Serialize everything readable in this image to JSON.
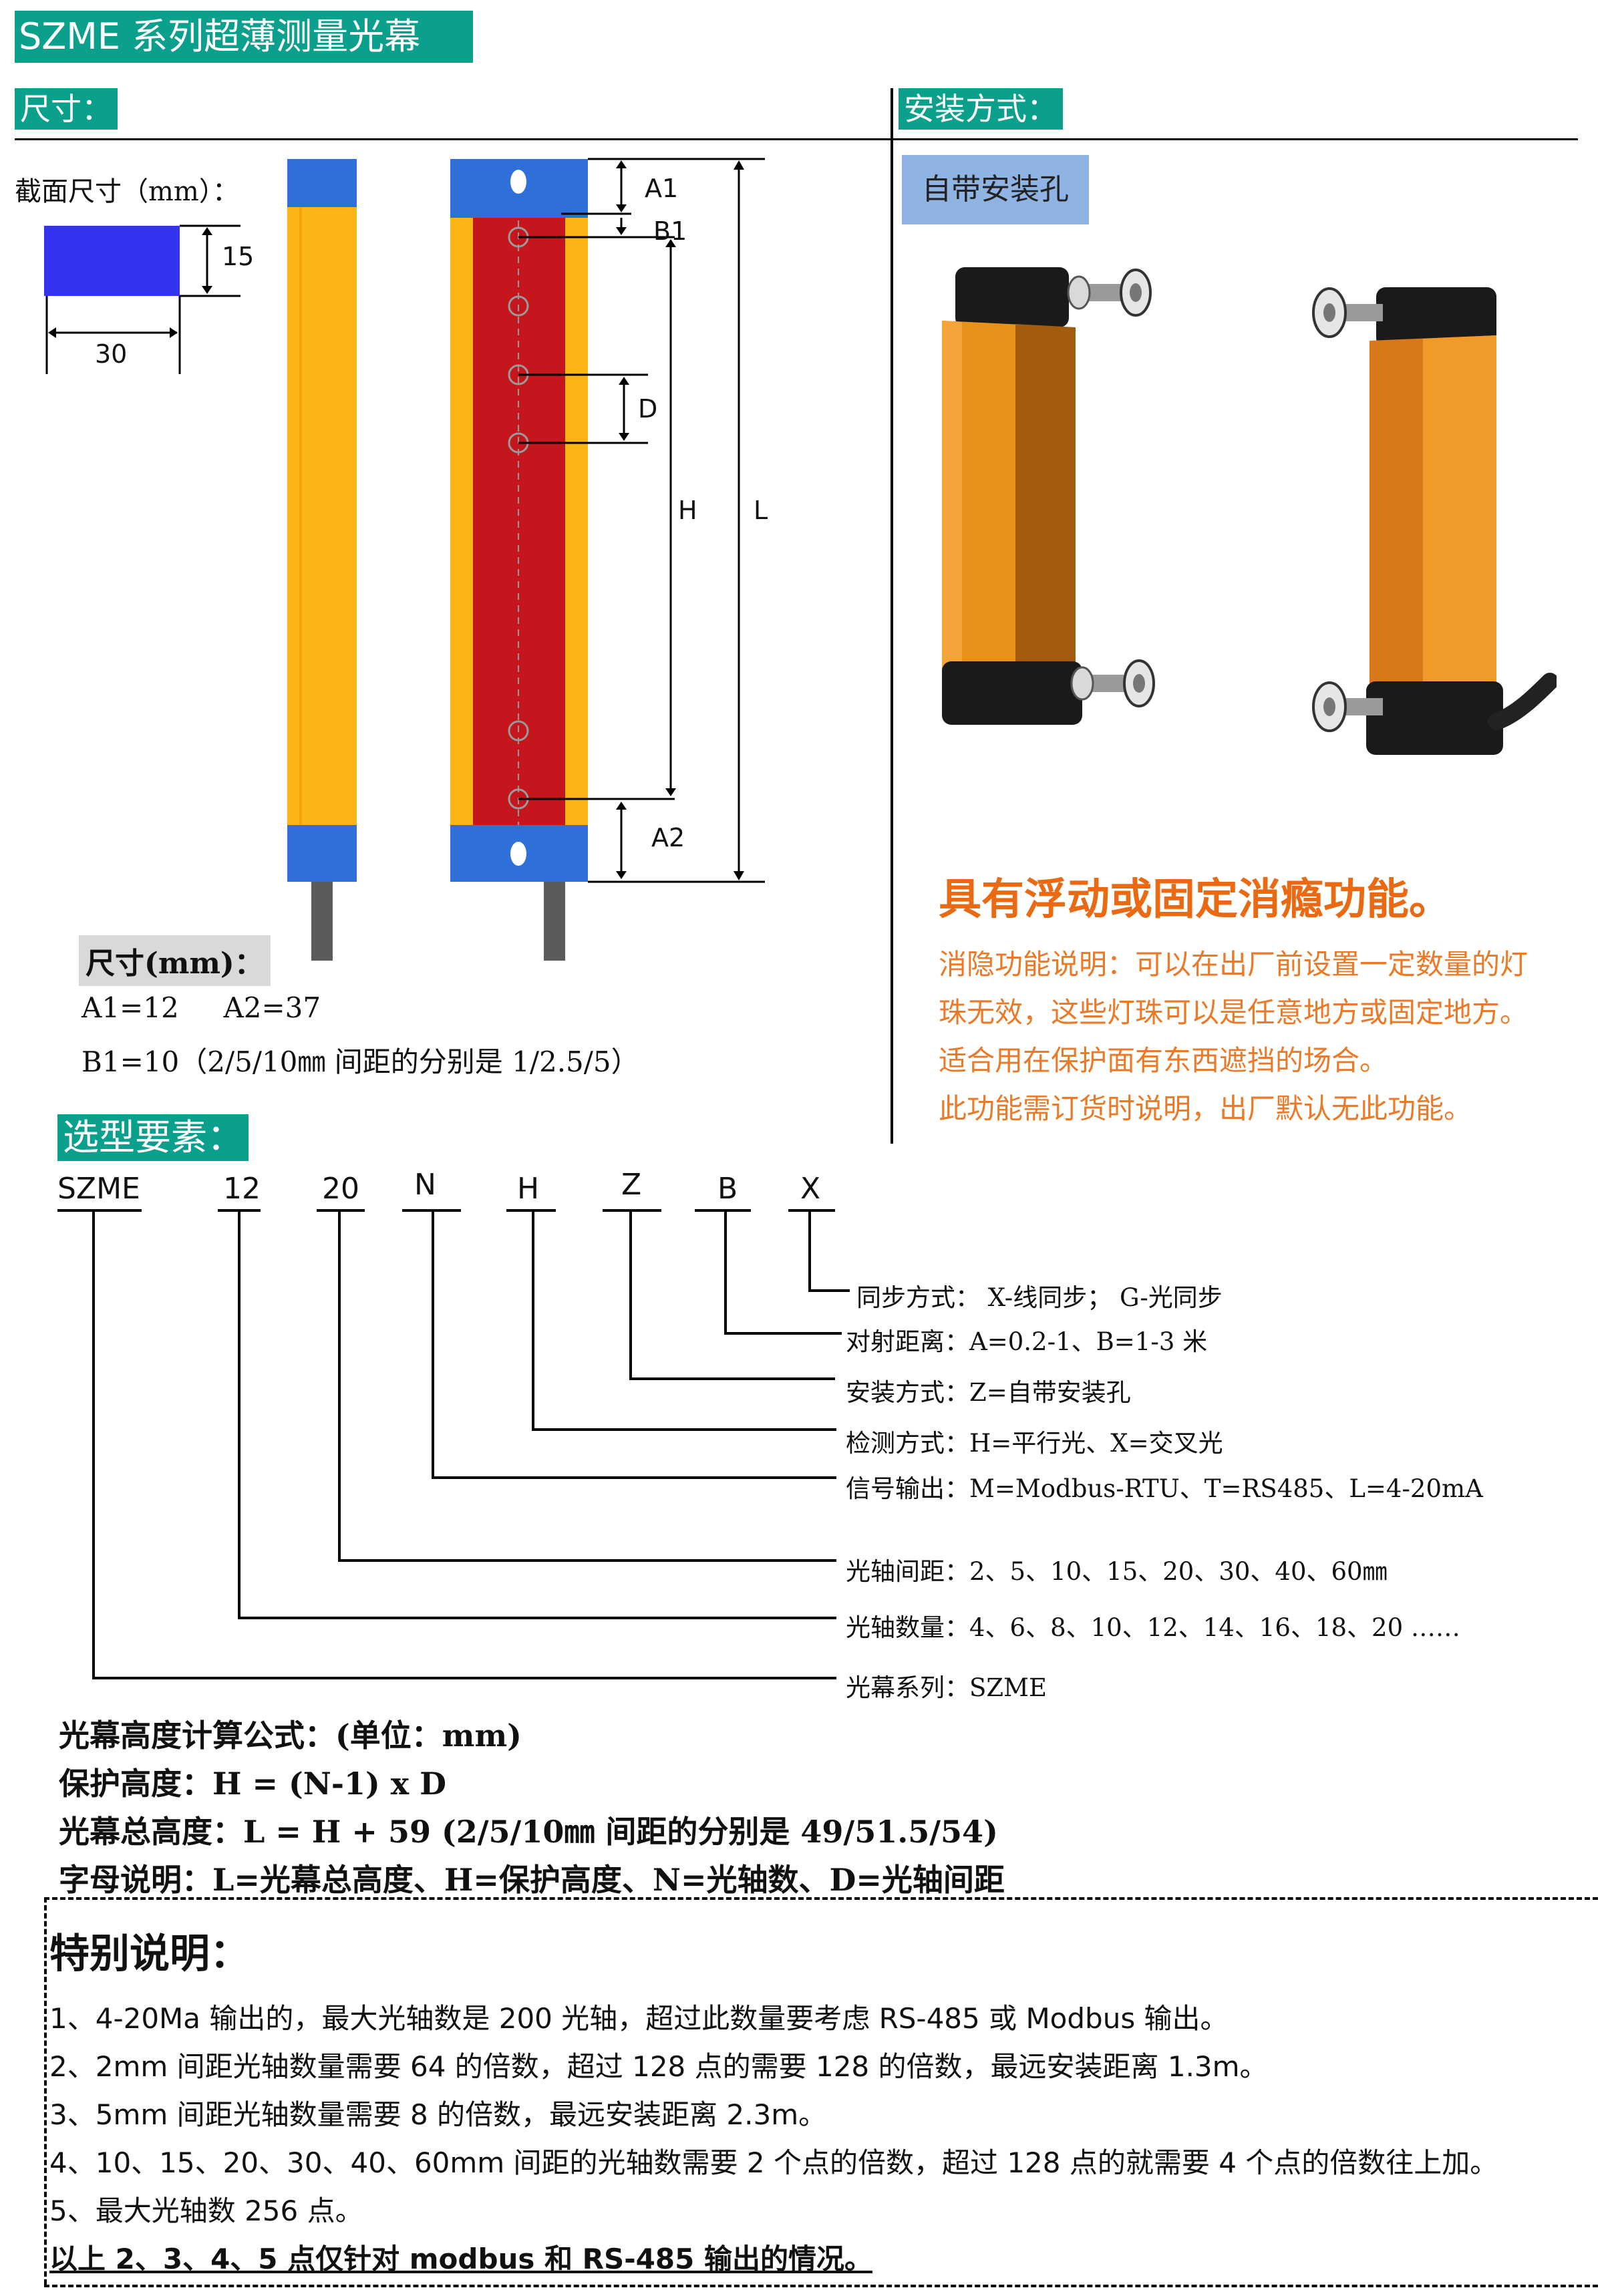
{
  "title": "SZME 系列超薄测量光幕",
  "sections": {
    "size": "尺寸：",
    "install": "安装方式：",
    "selection": "选型要素："
  },
  "cross_section": {
    "label": "截面尺寸（mm）：",
    "height": "15",
    "width": "30"
  },
  "drawing_labels": {
    "a1": "A1",
    "b1": "B1",
    "d": "D",
    "h": "H",
    "l": "L",
    "a2": "A2"
  },
  "dims": {
    "tag": "尺寸(mm)：",
    "line1": "A1=12     A2=37",
    "line2": "B1=10（2/5/10㎜ 间距的分别是 1/2.5/5）"
  },
  "install_box": {
    "tag": "自带安装孔"
  },
  "blanking": {
    "heading": "具有浮动或固定消瘾功能。",
    "lines": [
      "消隐功能说明：可以在出厂前设置一定数量的灯",
      "珠无效，这些灯珠可以是任意地方或固定地方。",
      "适合用在保护面有东西遮挡的场合。",
      "此功能需订货时说明，出厂默认无此功能。"
    ]
  },
  "model_code": {
    "parts": [
      "SZME",
      "12",
      "20",
      "N",
      "H",
      "Z",
      "B",
      "X"
    ],
    "options": [
      "同步方式： X-线同步； G-光同步",
      "对射距离：A=0.2-1、B=1-3 米",
      "安装方式：Z=自带安装孔",
      "检测方式：H=平行光、X=交叉光",
      "信号输出：M=Modbus-RTU、T=RS485、L=4-20mA",
      "光轴间距：2、5、10、15、20、30、40、60㎜",
      "光轴数量：4、6、8、10、12、14、16、18、20 ……",
      "光幕系列：SZME"
    ]
  },
  "formula": {
    "lines": [
      "光幕高度计算公式：(单位：mm)",
      "保护高度：H = (N-1) x D",
      "光幕总高度：L = H + 59 (2/5/10㎜ 间距的分别是 49/51.5/54)",
      "字母说明：L=光幕总高度、H=保护高度、N=光轴数、D=光轴间距"
    ]
  },
  "special_notes": {
    "heading": "特别说明：",
    "items": [
      "1、4-20Ma 输出的，最大光轴数是 200 光轴，超过此数量要考虑 RS-485 或 Modbus 输出。",
      "2、2mm 间距光轴数量需要 64 的倍数，超过 128 点的需要 128 的倍数，最远安装距离 1.3m。",
      "3、5mm 间距光轴数量需要 8 的倍数，最远安装距离 2.3m。",
      "4、10、15、20、30、40、60mm 间距的光轴数需要 2 个点的倍数，超过 128 点的就需要 4 个点的倍数往上加。",
      "5、最大光轴数 256 点。"
    ],
    "footer": "以上 2、3、4、5 点仅针对 modbus 和 RS-485 输出的情况。"
  },
  "colors": {
    "teal": "#0aa08c",
    "amber": "#fbb615",
    "blue": "#2f6fd8",
    "red": "#c4161c",
    "orange": "#ea6a14",
    "tag_blue": "#8fb4e3",
    "tag_gray": "#d9d9d9"
  }
}
